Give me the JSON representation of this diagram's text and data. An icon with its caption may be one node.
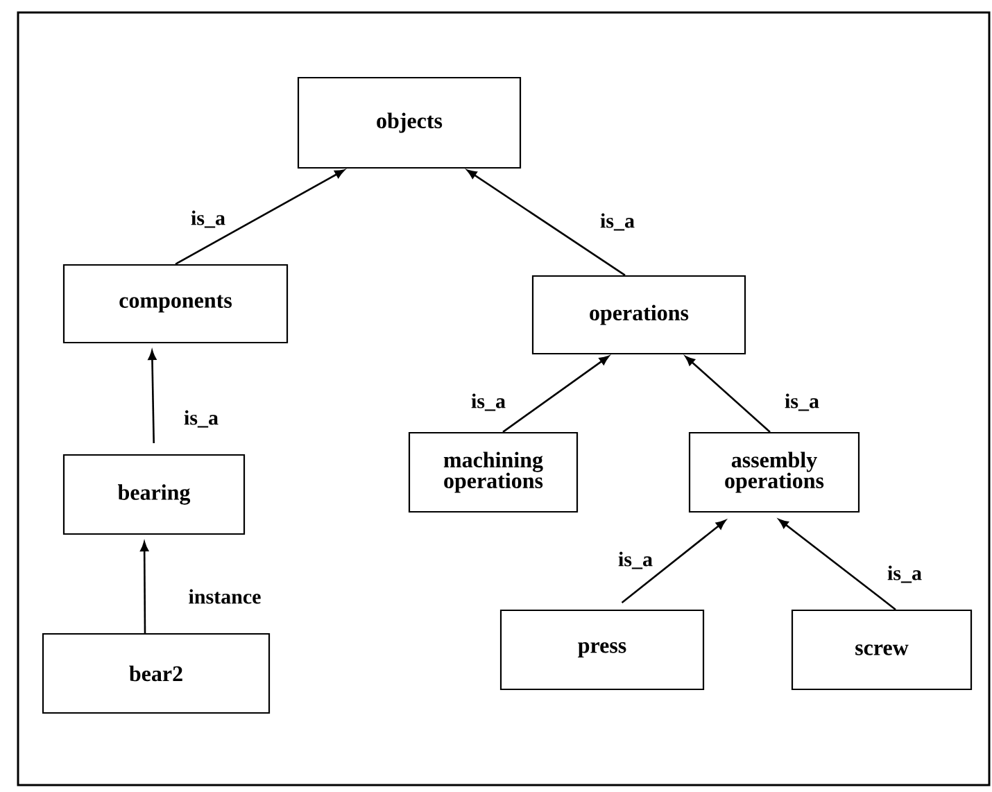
{
  "diagram": {
    "nodes": [
      {
        "text": [
          "objects"
        ]
      },
      {
        "text": [
          "components"
        ]
      },
      {
        "text": [
          "operations"
        ]
      },
      {
        "text": [
          "bearing"
        ]
      },
      {
        "text": [
          "machining operations"
        ]
      },
      {
        "text": [
          "assembly operations"
        ]
      },
      {
        "text": [
          "bear2"
        ]
      },
      {
        "text": [
          "press"
        ]
      },
      {
        "text": [
          "screw"
        ]
      }
    ],
    "edges": [
      {
        "from": 1,
        "to": 0,
        "arrow": "to",
        "label": "is_a"
      },
      {
        "from": 2,
        "to": 0,
        "arrow": "to",
        "label": "is_a"
      },
      {
        "from": 3,
        "to": 1,
        "arrow": "to",
        "label": "is_a"
      },
      {
        "from": 4,
        "to": 2,
        "arrow": "to",
        "label": "is_a"
      },
      {
        "from": 5,
        "to": 2,
        "arrow": "to",
        "label": "is_a"
      },
      {
        "from": 6,
        "to": 3,
        "arrow": "to",
        "label": "instance"
      },
      {
        "from": 7,
        "to": 5,
        "arrow": "to",
        "label": "is_a"
      },
      {
        "from": 8,
        "to": 5,
        "arrow": "to",
        "label": "is_a"
      }
    ]
  }
}
